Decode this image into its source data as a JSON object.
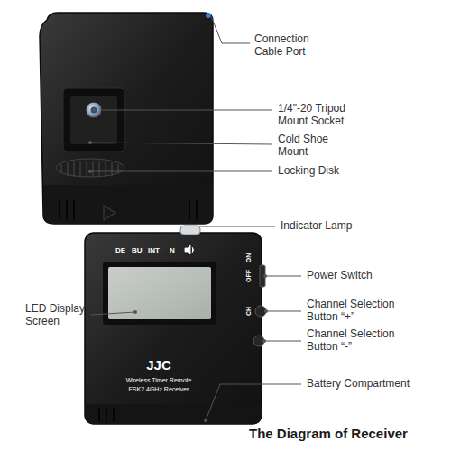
{
  "diagram": {
    "title": "The Diagram of Receiver",
    "labels": [
      "Connection Cable Port",
      "1/4\"-20 Tripod Mount Socket",
      "Cold Shoe Mount",
      "Locking Disk",
      "Indicator Lamp",
      "LED Display Screen",
      "Power Switch",
      "Channel Selection Button “+”",
      "Channel Selection Button “-”",
      "Battery Compartment",
      "DE",
      "BU",
      "INT",
      "N",
      "ON",
      "OFF",
      "CH",
      "JJC",
      "Wireless Timer Remote",
      "FSK2.4GHz Receiver"
    ]
  }
}
